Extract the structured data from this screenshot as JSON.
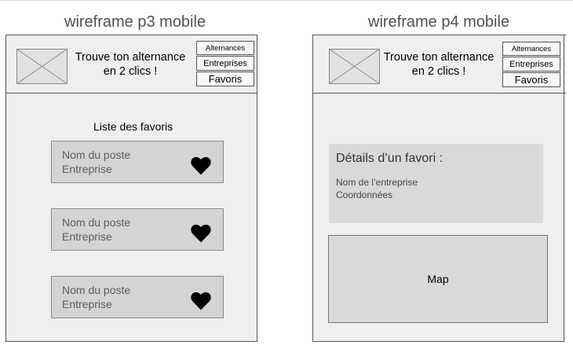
{
  "p3": {
    "title": "wireframe p3 mobile",
    "header": {
      "tagline_line1": "Trouve ton alternance",
      "tagline_line2": "en 2 clics !",
      "nav": [
        "Alternances",
        "Entreprises",
        "Favoris"
      ]
    },
    "list_title": "Liste des favoris",
    "cards": [
      {
        "job": "Nom du poste",
        "company": "Entreprise"
      },
      {
        "job": "Nom du poste",
        "company": "Entreprise"
      },
      {
        "job": "Nom du poste",
        "company": "Entreprise"
      }
    ]
  },
  "p4": {
    "title": "wireframe p4 mobile",
    "header": {
      "tagline_line1": "Trouve ton alternance",
      "tagline_line2": "en 2 clics !",
      "nav": [
        "Alternances",
        "Entreprises",
        "Favoris"
      ]
    },
    "detail": {
      "title": "Détails d’un favori :",
      "company_name": "Nom de l’entreprise",
      "contact": "Coordonnées"
    },
    "map_label": "Map"
  },
  "colors": {
    "frame_bg": "#efefef",
    "card_bg": "#d4d4d4",
    "heart": "#000000"
  }
}
